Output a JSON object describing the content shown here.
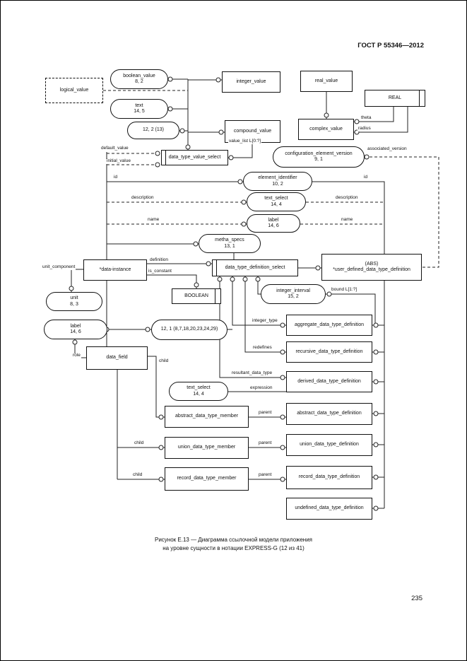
{
  "page": {
    "header": "ГОСТ Р 55346—2012",
    "caption": "Рисунок Е.13 — Диаграмма ссылочной модели приложения\nна уровне сущности в нотации EXPRESS-G (12 из 41)",
    "page_number": "235"
  },
  "nodes": [
    {
      "text": "logical_value"
    },
    {
      "text": "boolean_value\n8, 2"
    },
    {
      "text": "text\n14, 5"
    },
    {
      "text": "integer_value"
    },
    {
      "text": "real_value"
    },
    {
      "text": "REAL"
    },
    {
      "text": "12, 2 (13)"
    },
    {
      "text": "compound_value"
    },
    {
      "text": "complex_value"
    },
    {
      "text": "data_type_value_select"
    },
    {
      "text": "configuration_element_version\n9, 1"
    },
    {
      "text": "element_identifier\n10, 2"
    },
    {
      "text": "text_select\n14, 4"
    },
    {
      "text": "label\n14, 6"
    },
    {
      "text": "metha_specs\n13, 1"
    },
    {
      "text": "*data-instance"
    },
    {
      "text": "data_type_definition_select"
    },
    {
      "text": "(ABS)\n*user_defined_data_type_definition"
    },
    {
      "text": "unit\n8, 3"
    },
    {
      "text": "BOOLEAN"
    },
    {
      "text": "integer_interval\n15, 2"
    },
    {
      "text": "label\n14, 6"
    },
    {
      "text": "12, 1 (8,7,18,20,23,24,29)"
    },
    {
      "text": "aggregate_data_type_definition"
    },
    {
      "text": "data_field"
    },
    {
      "text": "recursive_data_type_definition"
    },
    {
      "text": "derived_data_type_definition"
    },
    {
      "text": "text_select\n14, 4"
    },
    {
      "text": "abstract_data_type_member"
    },
    {
      "text": "abstract_data_type_definition"
    },
    {
      "text": "union_data_type_member"
    },
    {
      "text": "union_data_type_definition"
    },
    {
      "text": "record_data_type_member"
    },
    {
      "text": "record_data_type_definition"
    },
    {
      "text": "undefined_data_type_definition"
    }
  ],
  "labels": [
    {
      "text": "value_list L[0:?]"
    },
    {
      "text": "default_value"
    },
    {
      "text": "initial_value"
    },
    {
      "text": "theta"
    },
    {
      "text": "radius"
    },
    {
      "text": "associated_version"
    },
    {
      "text": "id"
    },
    {
      "text": "id"
    },
    {
      "text": "description"
    },
    {
      "text": "description"
    },
    {
      "text": "name"
    },
    {
      "text": "name"
    },
    {
      "text": "unit_component"
    },
    {
      "text": "definition"
    },
    {
      "text": "is_constant"
    },
    {
      "text": "bound L[1:?]"
    },
    {
      "text": "integer_type"
    },
    {
      "text": "role"
    },
    {
      "text": "redefines"
    },
    {
      "text": "child"
    },
    {
      "text": "resultant_data_type"
    },
    {
      "text": "expression"
    },
    {
      "text": "parent"
    },
    {
      "text": "child"
    },
    {
      "text": "parent"
    },
    {
      "text": "child"
    },
    {
      "text": "parent"
    }
  ]
}
